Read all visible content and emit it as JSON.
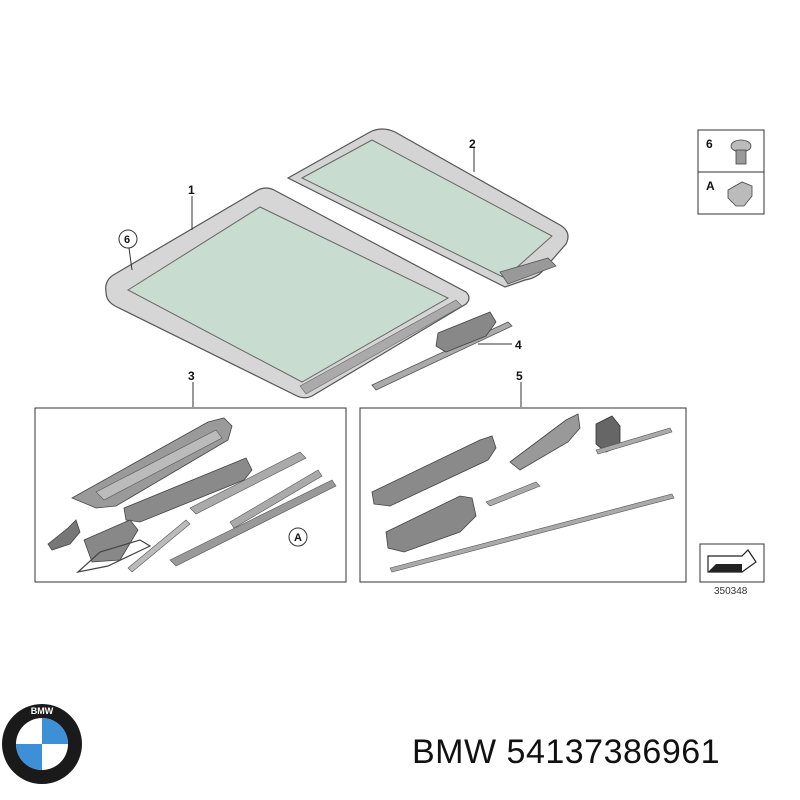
{
  "callouts": {
    "c1": "1",
    "c2": "2",
    "c3": "3",
    "c4": "4",
    "c5": "5",
    "c6": "6",
    "cA": "A"
  },
  "legend": {
    "row1_label": "6",
    "row2_label": "A"
  },
  "reference_number": "350348",
  "caption": {
    "brand": "BMW",
    "part_number": "54137386961"
  },
  "logo": {
    "text": "BMW",
    "colors": {
      "ring": "#1a1a1a",
      "blue": "#3d8fd6",
      "white": "#ffffff"
    }
  },
  "colors": {
    "line": "#333333",
    "glass": "#c8dcd0",
    "frame": "#d0d0d0",
    "part": "#9a9a9a"
  }
}
